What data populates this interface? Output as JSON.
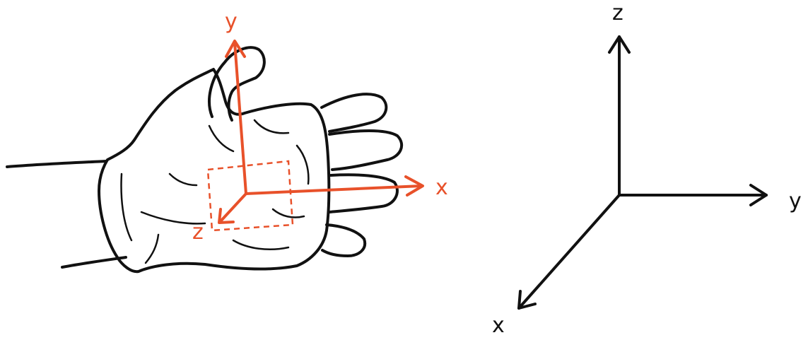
{
  "colors": {
    "accent": "#E8512A",
    "ink": "#111111",
    "background": "#FFFFFF"
  },
  "hand_frame": {
    "axis_x_label": "x",
    "axis_y_label": "y",
    "axis_z_label": "z"
  },
  "world_frame": {
    "axis_x_label": "x",
    "axis_y_label": "y",
    "axis_z_label": "z"
  }
}
